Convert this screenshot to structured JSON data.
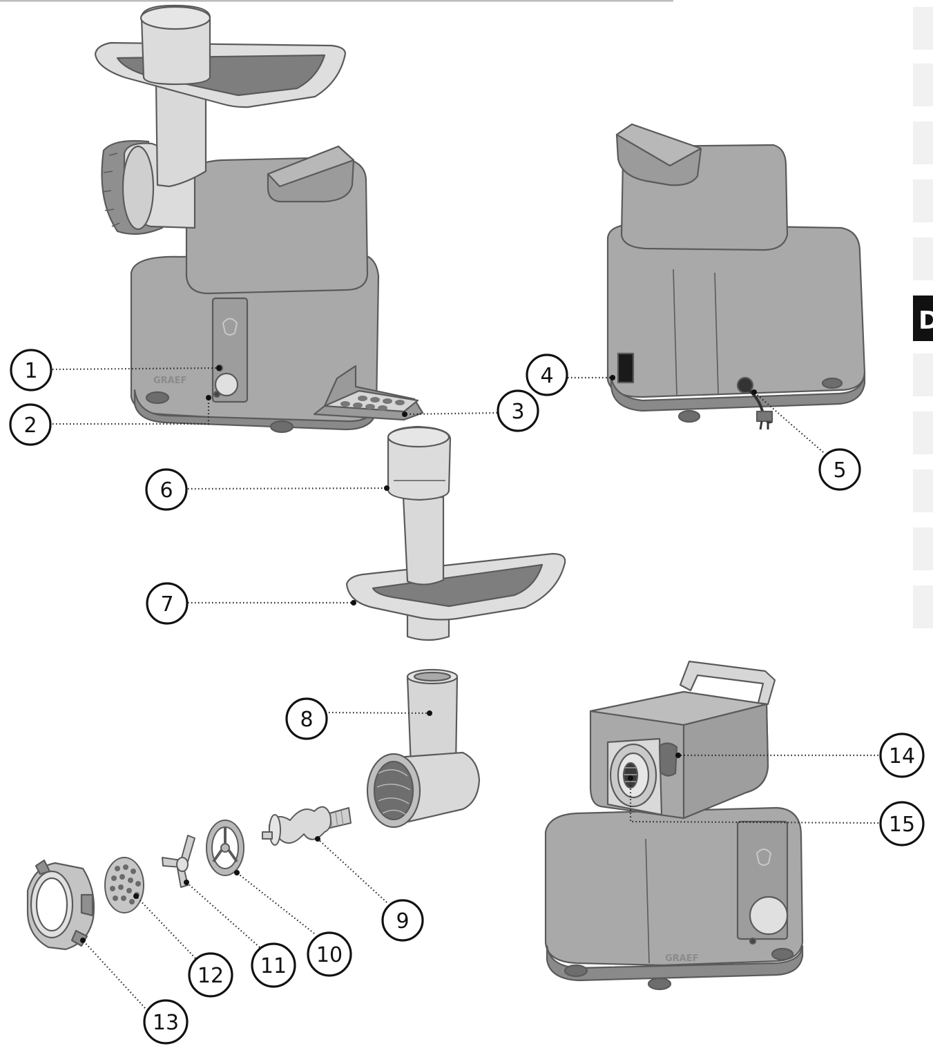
{
  "brand_label": "GRAEF",
  "callouts": [
    {
      "id": "1",
      "label": "1"
    },
    {
      "id": "2",
      "label": "2"
    },
    {
      "id": "3",
      "label": "3"
    },
    {
      "id": "4",
      "label": "4"
    },
    {
      "id": "5",
      "label": "5"
    },
    {
      "id": "6",
      "label": "6"
    },
    {
      "id": "7",
      "label": "7"
    },
    {
      "id": "8",
      "label": "8"
    },
    {
      "id": "9",
      "label": "9"
    },
    {
      "id": "10",
      "label": "10"
    },
    {
      "id": "11",
      "label": "11"
    },
    {
      "id": "12",
      "label": "12"
    },
    {
      "id": "13",
      "label": "13"
    },
    {
      "id": "14",
      "label": "14"
    },
    {
      "id": "15",
      "label": "15"
    }
  ],
  "language_tabs": [
    {
      "code": "D",
      "active": true
    }
  ],
  "colors": {
    "body_gray": "#a9a9a9",
    "body_dark": "#8a8a8a",
    "light_part": "#dcdcdc",
    "outline": "#5a5a5a",
    "tray_inner": "#7e7e7e",
    "active_tab": "#111111"
  }
}
